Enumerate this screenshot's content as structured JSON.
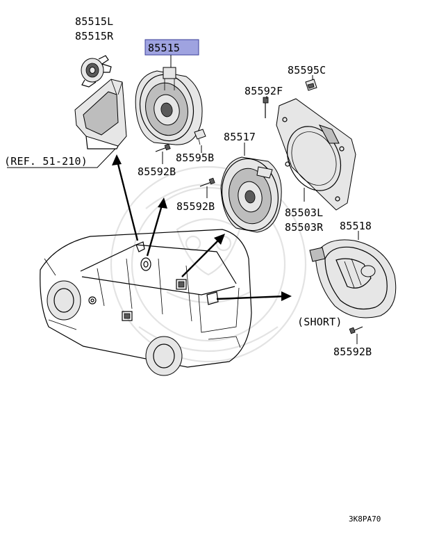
{
  "labels": {
    "p85515L": "85515L",
    "p85515R": "85515R",
    "p85515": "85515",
    "p85595C": "85595C",
    "p85592F": "85592F",
    "p85517": "85517",
    "p85595B": "85595B",
    "p85592B_a": "85592B",
    "p85592B_b": "85592B",
    "p85503L": "85503L",
    "p85503R": "85503R",
    "p85518": "85518",
    "p85592B_c": "85592B",
    "ref": "(REF. 51-210)",
    "short": "(SHORT)",
    "code": "3K8PA70"
  },
  "colors": {
    "highlight_fill": "#9fa3e0",
    "highlight_border": "#3b3f9a"
  }
}
